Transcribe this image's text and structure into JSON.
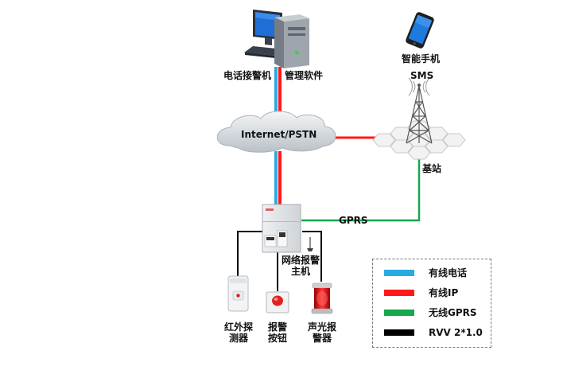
{
  "nodes": {
    "pc_phone_label": "电话接警机",
    "pc_software_label": "管理软件",
    "smartphone_label": "智能手机",
    "sms_label": "SMS",
    "cloud_label": "Internet/PSTN",
    "base_station_label": "基站",
    "gprs_label": "GPRS",
    "panel_label_line1": "网络报警",
    "panel_label_line2": "主机",
    "pir_label_line1": "红外探",
    "pir_label_line2": "测器",
    "button_label_line1": "报警",
    "button_label_line2": "按钮",
    "siren_label_line1": "声光报",
    "siren_label_line2": "警器"
  },
  "legend": {
    "items": [
      {
        "label": "有线电话",
        "color": "#29abe2"
      },
      {
        "label": "有线IP",
        "color": "#ff1a1a"
      },
      {
        "label": "无线GPRS",
        "color": "#16a84c"
      },
      {
        "label": "RVV 2*1.0",
        "color": "#000000"
      }
    ]
  },
  "colors": {
    "wired_phone": "#29abe2",
    "wired_ip": "#ff1a1a",
    "wireless_gprs": "#16a84c",
    "rvv_cable": "#000000"
  }
}
